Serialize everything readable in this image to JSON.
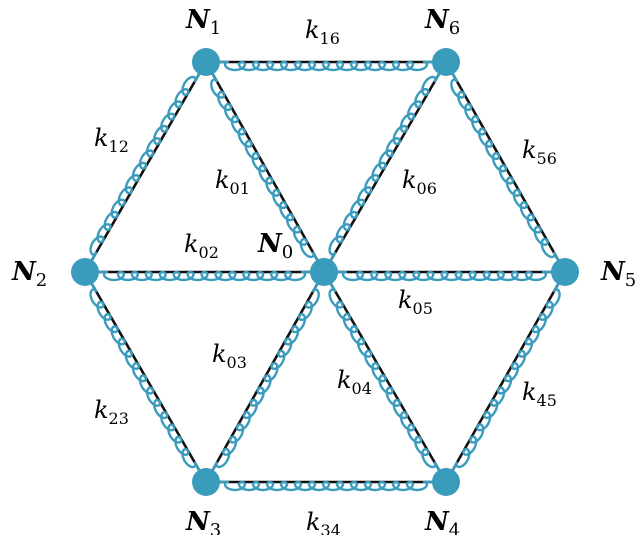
{
  "colors": {
    "node": "#3a9bbd",
    "spring": "#3a9bbd",
    "edge": "#111111"
  },
  "nodes": [
    {
      "id": "N0",
      "base": "N",
      "sub": "0"
    },
    {
      "id": "N1",
      "base": "N",
      "sub": "1"
    },
    {
      "id": "N2",
      "base": "N",
      "sub": "2"
    },
    {
      "id": "N3",
      "base": "N",
      "sub": "3"
    },
    {
      "id": "N4",
      "base": "N",
      "sub": "4"
    },
    {
      "id": "N5",
      "base": "N",
      "sub": "5"
    },
    {
      "id": "N6",
      "base": "N",
      "sub": "6"
    }
  ],
  "edges": [
    {
      "from": "N1",
      "to": "N6",
      "base": "k",
      "sub": "16"
    },
    {
      "from": "N1",
      "to": "N2",
      "base": "k",
      "sub": "12"
    },
    {
      "from": "N1",
      "to": "N0",
      "base": "k",
      "sub": "01"
    },
    {
      "from": "N6",
      "to": "N0",
      "base": "k",
      "sub": "06"
    },
    {
      "from": "N6",
      "to": "N5",
      "base": "k",
      "sub": "56"
    },
    {
      "from": "N2",
      "to": "N0",
      "base": "k",
      "sub": "02"
    },
    {
      "from": "N0",
      "to": "N5",
      "base": "k",
      "sub": "05"
    },
    {
      "from": "N2",
      "to": "N3",
      "base": "k",
      "sub": "23"
    },
    {
      "from": "N3",
      "to": "N0",
      "base": "k",
      "sub": "03"
    },
    {
      "from": "N0",
      "to": "N4",
      "base": "k",
      "sub": "04"
    },
    {
      "from": "N4",
      "to": "N5",
      "base": "k",
      "sub": "45"
    },
    {
      "from": "N3",
      "to": "N4",
      "base": "k",
      "sub": "34"
    }
  ]
}
